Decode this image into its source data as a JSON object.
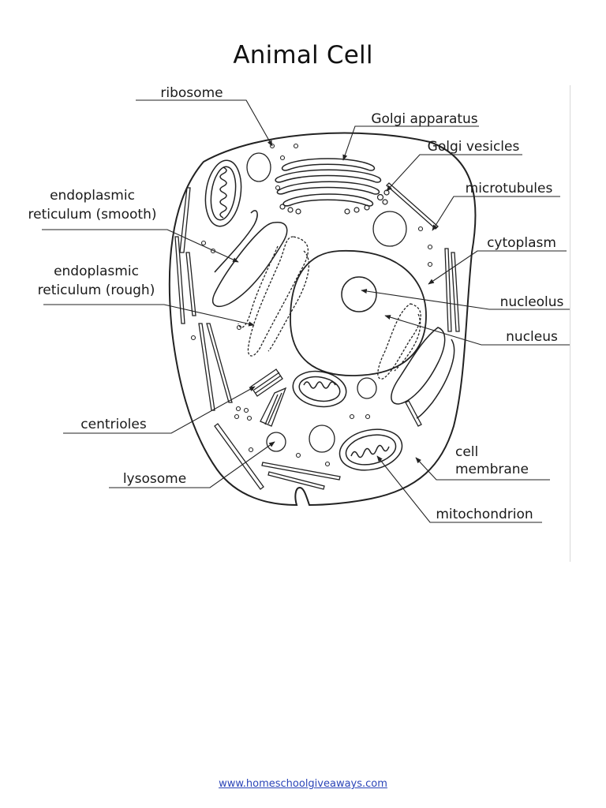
{
  "title": "Animal Cell",
  "labels": {
    "ribosome": "ribosome",
    "golgi_apparatus": "Golgi apparatus",
    "golgi_vesicles": "Golgi vesicles",
    "microtubules": "microtubules",
    "er_smooth_line1": "endoplasmic",
    "er_smooth_line2": "reticulum (smooth)",
    "cytoplasm": "cytoplasm",
    "er_rough_line1": "endoplasmic",
    "er_rough_line2": "reticulum (rough)",
    "nucleolus": "nucleolus",
    "nucleus": "nucleus",
    "centrioles": "centrioles",
    "cell_membrane_line1": "cell",
    "cell_membrane_line2": "membrane",
    "lysosome": "lysosome",
    "mitochondrion": "mitochondrion"
  },
  "footer": {
    "link": "www.homeschoolgiveaways.com"
  },
  "colors": {
    "line": "#222222",
    "link": "#2b45b8"
  }
}
